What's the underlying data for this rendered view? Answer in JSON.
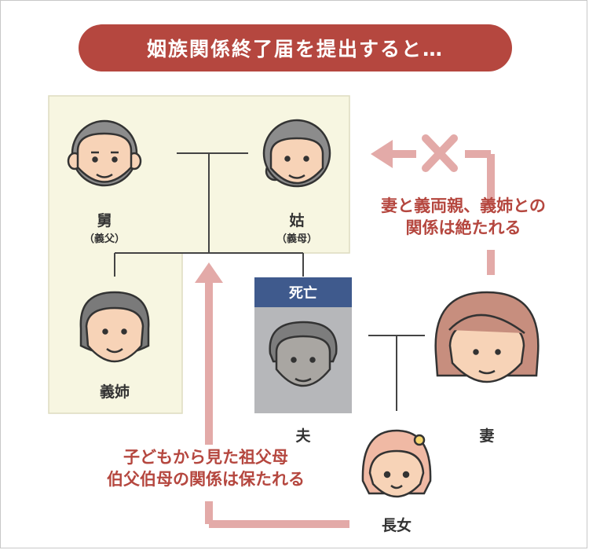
{
  "title": "姻族関係終了届を提出すると…",
  "people": {
    "father_in_law": {
      "name": "舅",
      "sub": "（義父）"
    },
    "mother_in_law": {
      "name": "姑",
      "sub": "（義母）"
    },
    "sister_in_law": {
      "name": "義姉"
    },
    "husband": {
      "name": "夫",
      "status": "死亡"
    },
    "wife": {
      "name": "妻"
    },
    "daughter": {
      "name": "長女"
    }
  },
  "notes": {
    "severed_line1": "妻と義両親、義姉との",
    "severed_line2": "関係は絶たれる",
    "kept_line1": "子どもから見た祖父母",
    "kept_line2": "伯父伯母の関係は保たれる"
  },
  "colors": {
    "accent": "#b5473f",
    "arrow": "#e3aaa8",
    "in_law_box": "#f7f6e1",
    "dead_badge": "#3f5a8d",
    "dead_box": "#b6b7ba"
  }
}
